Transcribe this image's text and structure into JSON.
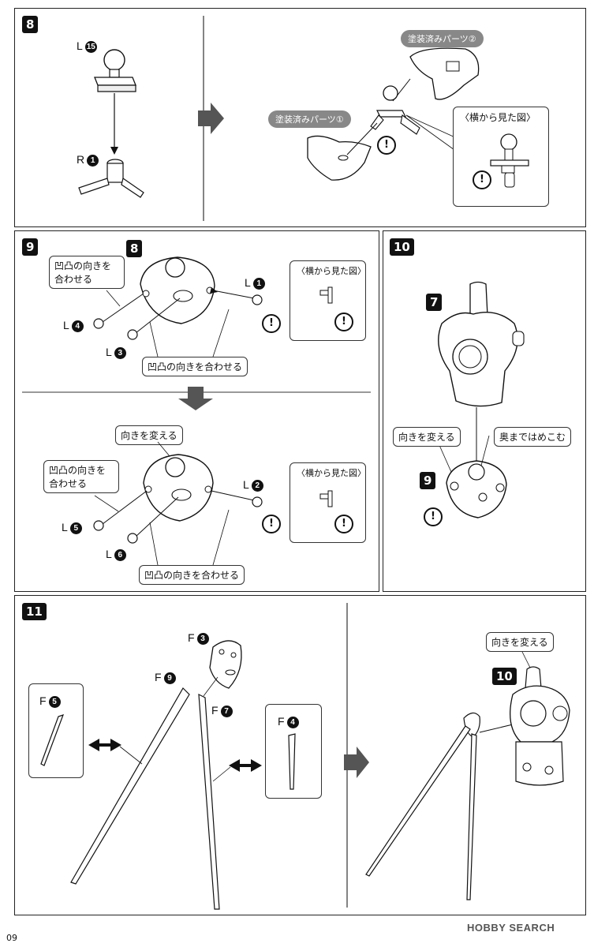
{
  "steps": {
    "s8": {
      "number": "8",
      "label_l15": "L",
      "label_l15_num": "15",
      "label_r1": "R",
      "label_r1_num": "1",
      "painted_part_1": "塗装済みパーツ①",
      "painted_part_2": "塗装済みパーツ②",
      "side_view": "〈横から見た図〉"
    },
    "s9": {
      "number": "9",
      "ref": "8",
      "align_bumps": "凹凸の向きを合わせる",
      "align_bumps_top": "凹凸の向きを\n合わせる",
      "side_view": "〈横から見た図〉",
      "l1": "L",
      "l1_num": "1",
      "l4": "L",
      "l4_num": "4",
      "l3": "L",
      "l3_num": "3",
      "change_direction": "向きを変える",
      "l2": "L",
      "l2_num": "2",
      "l5": "L",
      "l5_num": "5",
      "l6": "L",
      "l6_num": "6"
    },
    "s10": {
      "number": "10",
      "ref_top": "7",
      "ref_bottom": "9",
      "change_direction": "向きを変える",
      "push_in": "奥まではめこむ"
    },
    "s11": {
      "number": "11",
      "f3": "F",
      "f3_num": "3",
      "f9": "F",
      "f9_num": "9",
      "f7": "F",
      "f7_num": "7",
      "f5": "F",
      "f5_num": "5",
      "f4": "F",
      "f4_num": "4",
      "change_direction": "向きを変える",
      "ref": "10"
    }
  },
  "warning_symbol": "!",
  "footer": {
    "page": "09",
    "watermark": "HOBBY SEARCH"
  }
}
